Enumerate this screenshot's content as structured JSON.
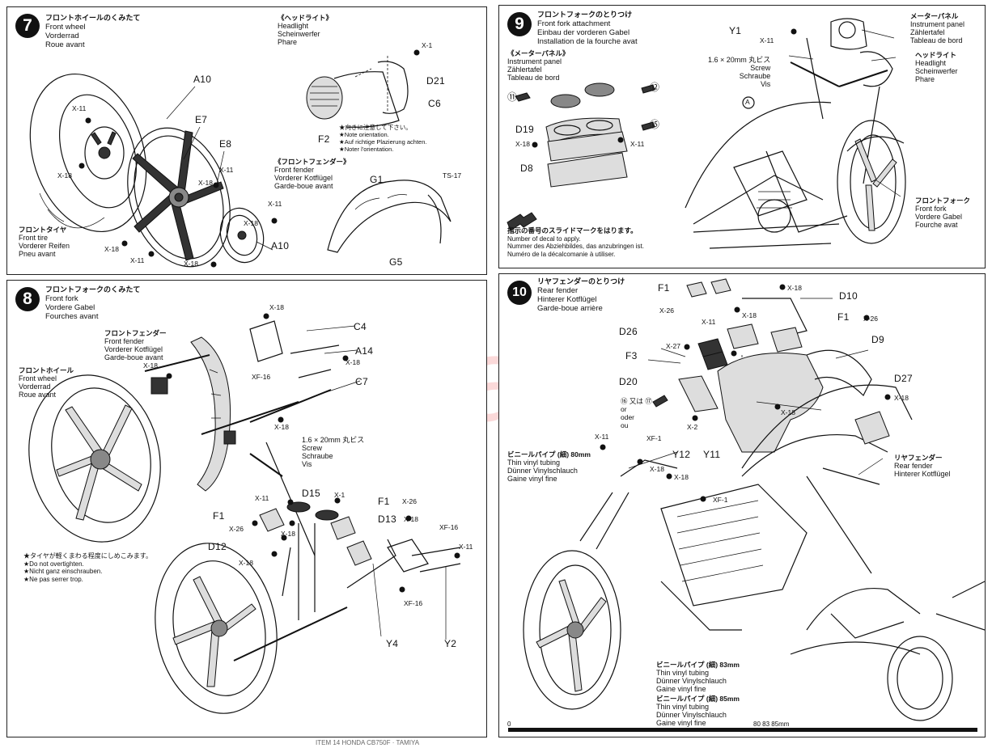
{
  "steps": {
    "s7": {
      "number": "7",
      "title": [
        "フロントホイールのくみたて",
        "Front wheel",
        "Vorderrad",
        "Roue avant"
      ],
      "headlight": [
        "《ヘッドライト》",
        "Headlight",
        "Scheinwerfer",
        "Phare"
      ],
      "fender": [
        "《フロントフェンダー》",
        "Front fender",
        "Vorderer Kotflügel",
        "Garde-boue avant"
      ],
      "tire": [
        "フロントタイヤ",
        "Front tire",
        "Vorderer Reifen",
        "Pneu avant"
      ],
      "note": [
        "★向きに注意して下さい。",
        "★Note orientation.",
        "★Auf richtige Plazierung achten.",
        "★Noter l'orientation."
      ],
      "parts": {
        "a10a": "A10",
        "e7": "E7",
        "e8": "E8",
        "a10b": "A10",
        "d21": "D21",
        "c6": "C6",
        "f2": "F2",
        "g1": "G1",
        "g5": "G5",
        "ts17": "TS-17"
      },
      "screws": {
        "x11": "X-11",
        "x18": "X-18",
        "x1": "X-1"
      }
    },
    "s8": {
      "number": "8",
      "title": [
        "フロントフォークのくみたて",
        "Front fork",
        "Vordere Gabel",
        "Fourches avant"
      ],
      "fender": [
        "フロントフェンダー",
        "Front fender",
        "Vorderer Kotflügel",
        "Garde-boue avant"
      ],
      "wheel": [
        "フロントホイール",
        "Front wheel",
        "Vorderrad",
        "Roue avant"
      ],
      "screw": [
        "1.6 × 20mm 丸ビス",
        "Screw",
        "Schraube",
        "Vis"
      ],
      "note": [
        "★タイヤが軽くまわる程度にしめこみます。",
        "★Do not overtighten.",
        "★Nicht ganz einschrauben.",
        "★Ne pas serrer trop."
      ],
      "parts": {
        "c4": "C4",
        "a14": "A14",
        "c7": "C7",
        "d15": "D15",
        "f1a": "F1",
        "f1b": "F1",
        "d12": "D12",
        "d13": "D13",
        "y4": "Y4",
        "y2": "Y2"
      },
      "screws": {
        "x18": "X-18",
        "x11": "X-11",
        "x1": "X-1",
        "x26": "X-26",
        "xf16": "XF-16"
      }
    },
    "s9": {
      "number": "9",
      "title": [
        "フロントフォークのとりつけ",
        "Front fork attachment",
        "Einbau der vorderen Gabel",
        "Installation de la fourche avat"
      ],
      "instrument": [
        "《メーターパネル》",
        "Instrument panel",
        "Zählertafel",
        "Tableau de bord"
      ],
      "instrument2": [
        "メーターパネル",
        "Instrument panel",
        "Zählertafel",
        "Tableau de bord"
      ],
      "headlight": [
        "ヘッドライト",
        "Headlight",
        "Scheinwerfer",
        "Phare"
      ],
      "fork": [
        "フロントフォーク",
        "Front fork",
        "Vordere Gabel",
        "Fourche avat"
      ],
      "screw": [
        "1.6 × 20mm 丸ビス",
        "Screw",
        "Schraube",
        "Vis"
      ],
      "decal": [
        "指示の番号のスライドマークをはります。",
        "Number of decal to apply.",
        "Nummer des Abziehbildes, das anzubringen ist.",
        "Numéro de la décalcomanie à utiliser."
      ],
      "parts": {
        "y1": "Y1",
        "d19": "D19",
        "d8": "D8",
        "a": "A"
      },
      "decals": {
        "d11": "⑪",
        "d12": "⑫",
        "d15": "⑮"
      },
      "screws": {
        "x11": "X-11",
        "x18": "X-18"
      }
    },
    "s10": {
      "number": "10",
      "title": [
        "リヤフェンダーのとりつけ",
        "Rear fender",
        "Hinterer Kotflügel",
        "Garde-boue arrière"
      ],
      "rearfender": [
        "リヤフェンダー",
        "Rear fender",
        "Hinterer Kotflügel",
        "Garde-boue arrière"
      ],
      "tube80": [
        "ビニールパイプ (細) 80mm",
        "Thin vinyl tubing",
        "Dünner Vinylschlauch",
        "Gaine vinyl fine"
      ],
      "tube83": [
        "ビニールパイプ (細) 83mm",
        "Thin vinyl tubing",
        "Dünner Vinylschlauch",
        "Gaine vinyl fine"
      ],
      "tube85": [
        "ビニールパイプ (細) 85mm",
        "Thin vinyl tubing",
        "Dünner Vinylschlauch",
        "Gaine vinyl fine"
      ],
      "decalOr": [
        "⑯ 又は ⑰",
        "or",
        "oder",
        "ou"
      ],
      "parts": {
        "f1a": "F1",
        "d10": "D10",
        "f1b": "F1",
        "d26": "D26",
        "d9": "D9",
        "f3": "F3",
        "d27": "D27",
        "d20": "D20",
        "y12": "Y12",
        "y11": "Y11"
      },
      "screws": {
        "x18": "X-18",
        "x26": "X-26",
        "x11": "X-11",
        "x27": "X-27",
        "x2": "X-2",
        "xf1": "XF-1"
      },
      "scale": {
        "zero": "0",
        "marks": "80 83 85mm"
      }
    }
  },
  "watermark": "modelartik.cz",
  "footer": "ITEM 14 HONDA CB750F · TAMIYA"
}
